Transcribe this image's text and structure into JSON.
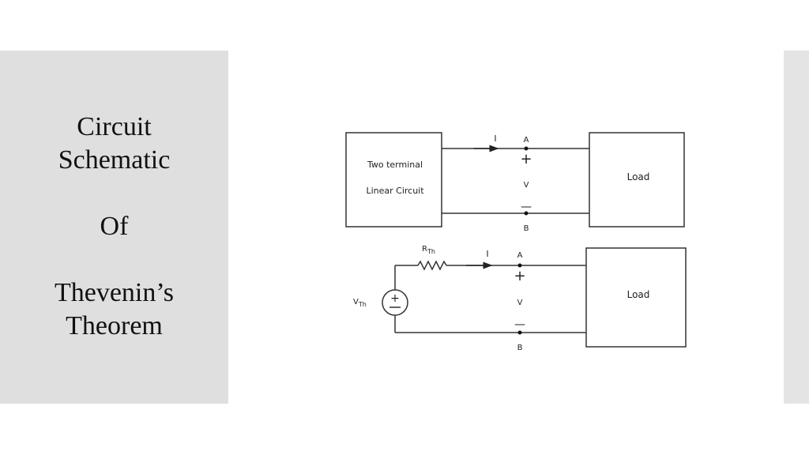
{
  "slide": {
    "title_lines": [
      "Circuit",
      "Schematic",
      "Of",
      "Thevenin’s",
      "Theorem"
    ]
  },
  "diagram": {
    "top": {
      "circuit_label_1": "Two terminal",
      "circuit_label_2": "Linear Circuit",
      "current_label": "I",
      "terminal_a": "A",
      "terminal_b": "B",
      "plus": "+",
      "minus": "—",
      "voltage_label": "V",
      "load_label": "Load"
    },
    "bottom": {
      "resistor_label": "R",
      "resistor_sub": "Th",
      "source_label": "V",
      "source_sub": "Th",
      "current_label": "I",
      "terminal_a": "A",
      "terminal_b": "B",
      "plus": "+",
      "minus": "—",
      "voltage_label": "V",
      "load_label": "Load"
    }
  }
}
